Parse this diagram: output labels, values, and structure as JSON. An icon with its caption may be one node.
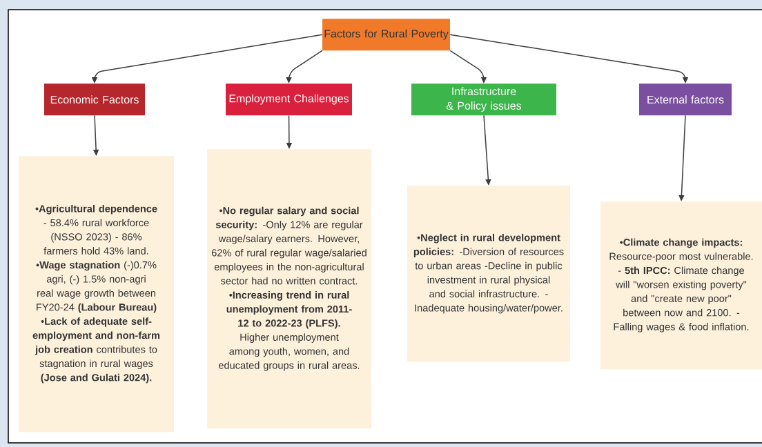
{
  "diagram": {
    "nodes": [
      {
        "text": [
          "Factors for Rural Poverty"
        ]
      },
      {
        "text": [
          "Economic Factors"
        ]
      },
      {
        "text": [
          "Employment Challenges"
        ]
      },
      {
        "text": [
          "Infrastructure & Policy issues"
        ]
      },
      {
        "text": [
          "External factors"
        ]
      },
      {
        "text": [
          "•**Agricultural dependence** - 58.4% rural workforce (NSSO 2023) - 86% farmers hold 43% land.",
          "•**Wage stagnation** (-)0.7% agri, (-) 1.5% non-agri real wage growth between FY20-24 **(Labour Bureau)**",
          "•**Lack of adequate self-employment and non-farm job creation** contributes to stagnation in rural wages **(Jose and Gulati 2024).**"
        ]
      },
      {
        "text": [
          "•**No regular salary and social security:** -Only 12% are regular wage/salary earners. However, 62% of rural regular wage/salaried employees in the non-agricultural sector had no written contract.",
          "•**Increasing trend in rural unemployment from 2011-12 to 2022-23 (PLFS).** Higher unemployment among youth, women, and educated groups in rural areas."
        ]
      },
      {
        "text": [
          "•**Neglect in rural development policies:** -Diversion of resources to urban areas -Decline in public investment in rural physical and social infrastructure. - Inadequate housing/water/power."
        ]
      },
      {
        "text": [
          "•**Climate change impacts:** Resource-poor most vulnerable. - **5th IPCC:** Climate change will \"worsen existing poverty\" and \"create new poor\" between now and 2100. - Falling wages & food inflation."
        ]
      }
    ],
    "edges": [
      {
        "from": 0,
        "to": 1,
        "arrow": "to"
      },
      {
        "from": 0,
        "to": 2,
        "arrow": "to"
      },
      {
        "from": 0,
        "to": 3,
        "arrow": "to"
      },
      {
        "from": 0,
        "to": 4,
        "arrow": "to"
      },
      {
        "from": 1,
        "to": 5,
        "arrow": "to"
      },
      {
        "from": 2,
        "to": 6,
        "arrow": "to"
      },
      {
        "from": 3,
        "to": 7,
        "arrow": "to"
      },
      {
        "from": 4,
        "to": 8,
        "arrow": "to"
      }
    ]
  }
}
